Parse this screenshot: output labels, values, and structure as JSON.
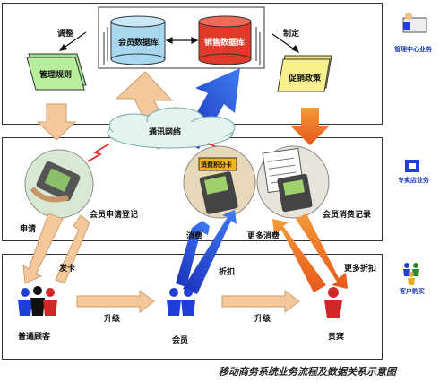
{
  "layers": {
    "top_label": "管理中心业务",
    "mid_label": "专卖店业务",
    "bottom_label": "客户购买"
  },
  "top": {
    "db_member": "会员数据库",
    "db_sales": "销售数据库",
    "adjust": "调整",
    "formulate": "制定",
    "rule_doc": "管理规则",
    "policy_doc": "促销政策"
  },
  "middle": {
    "network": "通讯网络",
    "register": "会员申请登记",
    "consume_record": "会员消费记录",
    "card_text": "消费积分卡"
  },
  "flows": {
    "apply": "申请",
    "issue_card": "发卡",
    "consume": "消费",
    "discount": "折扣",
    "more_consume": "更多消费",
    "more_discount": "更多折扣",
    "upgrade1": "升级",
    "upgrade2": "升级"
  },
  "customers": {
    "normal": "普通顾客",
    "member": "会员",
    "vip": "贵宾"
  },
  "caption": "移动商务系统业务流程及数据关系示意图",
  "colors": {
    "blue_arrow": "#1f3fd8",
    "orange_arrow": "#f07a1a",
    "beige_arrow": "#f4c89a",
    "cloud": "#e3f3ee",
    "db_blue": "#a8d8f0",
    "db_red": "#e03a2a"
  }
}
